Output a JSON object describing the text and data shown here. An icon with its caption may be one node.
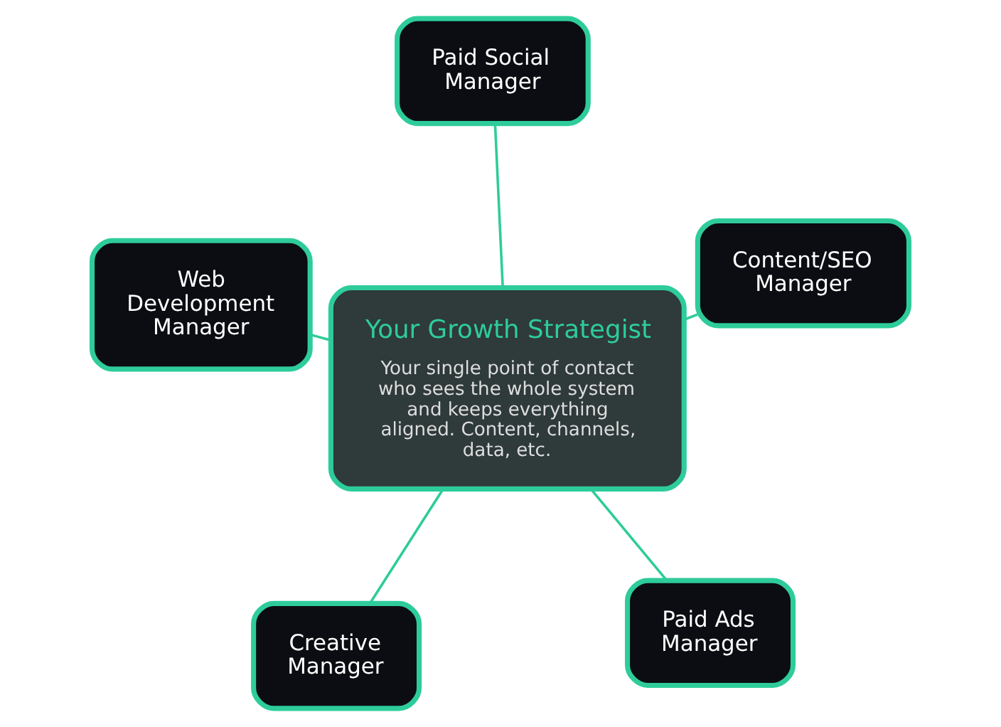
{
  "diagram": {
    "nodes": [
      {
        "text": [
          "Your Growth Strategist",
          "Your single point of contact who sees the whole system and keeps everything aligned. Content, channels, data, etc."
        ]
      },
      {
        "text": [
          "Paid Ads Manager"
        ]
      },
      {
        "text": [
          "Creative Manager"
        ]
      },
      {
        "text": [
          "Web Development Manager"
        ]
      },
      {
        "text": [
          "Content/SEO Manager"
        ]
      },
      {
        "text": [
          "Paid Social Manager"
        ]
      }
    ],
    "edges": [
      {
        "from": 0,
        "to": 1,
        "arrow": "none"
      },
      {
        "from": 0,
        "to": 2,
        "arrow": "none"
      },
      {
        "from": 0,
        "to": 3,
        "arrow": "none"
      },
      {
        "from": 0,
        "to": 4,
        "arrow": "none"
      },
      {
        "from": 0,
        "to": 5,
        "arrow": "none"
      }
    ]
  }
}
